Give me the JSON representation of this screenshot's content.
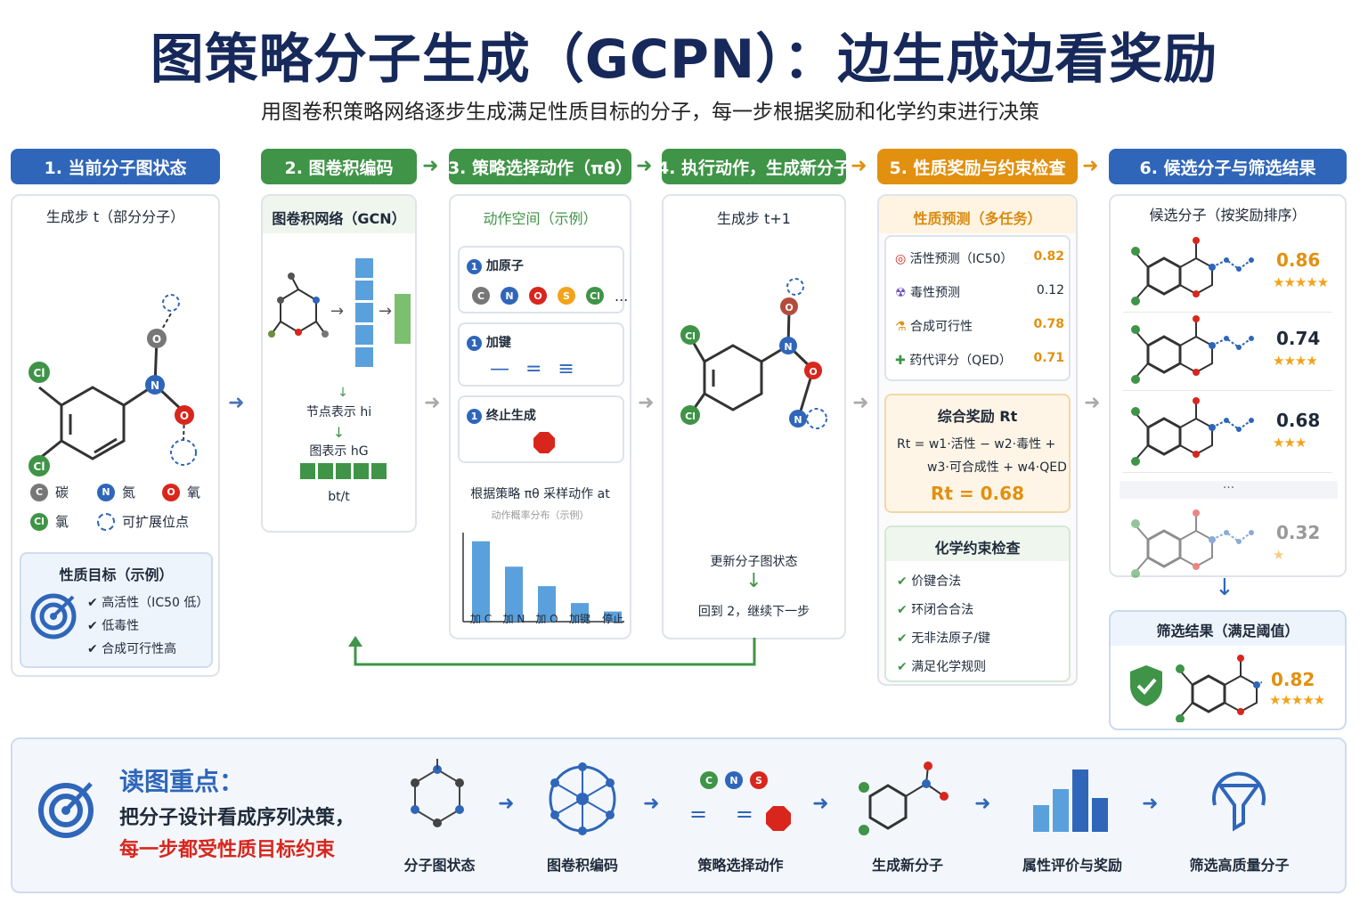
{
  "title": "图策略分子生成（GCPN）：边生成边看奖励",
  "subtitle": "用图卷积策略网络逐步生成满足性质目标的分子，每一步根据奖励和化学约束进行决策",
  "steps": [
    {
      "label": "1. 当前分子图状态"
    },
    {
      "label": "2. 图卷积编码"
    },
    {
      "label": "3. 策略选择动作（πθ）"
    },
    {
      "label": "4. 执行动作，生成新分子"
    },
    {
      "label": "5. 性质奖励与约束检查"
    },
    {
      "label": "6. 候选分子与筛选结果"
    }
  ],
  "p1": {
    "caption": "生成步 t（部分分子）",
    "legend": [
      {
        "sym": "C",
        "name": "碳"
      },
      {
        "sym": "N",
        "name": "氮"
      },
      {
        "sym": "O",
        "name": "氧"
      },
      {
        "sym": "Cl",
        "name": "氯"
      },
      {
        "sym": "",
        "name": "可扩展位点"
      }
    ],
    "goal_title": "性质目标（示例）",
    "goals": [
      "高活性（IC50 低）",
      "低毒性",
      "合成可行性高"
    ]
  },
  "p2": {
    "caption": "图卷积网络（GCN）",
    "node_label": "节点表示 hi",
    "graph_label": "图表示 hG",
    "bottom": "bt/t"
  },
  "p3": {
    "caption": "动作空间（示例）",
    "add_atom": "加原子",
    "atoms": [
      "C",
      "N",
      "O",
      "S",
      "Cl"
    ],
    "ellipsis": "...",
    "add_bond": "加键",
    "stop": "终止生成",
    "sample_label": "根据策略 πθ 采样动作 at",
    "dist_label": "动作概率分布（示例）",
    "bars": [
      {
        "name": "加 C",
        "value": 0.95
      },
      {
        "name": "加 N",
        "value": 0.65
      },
      {
        "name": "加 O",
        "value": 0.42
      },
      {
        "name": "加键",
        "value": 0.22
      },
      {
        "name": "停止",
        "value": 0.12
      }
    ]
  },
  "p4": {
    "caption": "生成步 t+1",
    "update": "更新分子图状态",
    "back": "回到 2，继续下一步"
  },
  "p5": {
    "pred_title": "性质预测（多任务）",
    "preds": [
      {
        "name": "活性预测（IC50）",
        "value": "0.82",
        "color": "#e2900f"
      },
      {
        "name": "毒性预测",
        "value": "0.12",
        "color": "#1f2a3a"
      },
      {
        "name": "合成可行性",
        "value": "0.78",
        "color": "#e2900f"
      },
      {
        "name": "药代评分（QED）",
        "value": "0.71",
        "color": "#e2900f"
      }
    ],
    "reward_title": "综合奖励 Rt",
    "formula1": "Rt = w1·活性 − w2·毒性 +",
    "formula2": "w3·可合成性 + w4·QED",
    "reward_value": "Rt = 0.68",
    "check_title": "化学约束检查",
    "checks": [
      "价键合法",
      "环闭合合法",
      "无非法原子/键",
      "满足化学规则"
    ]
  },
  "p6": {
    "caption": "候选分子（按奖励排序）",
    "candidates": [
      {
        "score": "0.86",
        "stars": "★★★★★"
      },
      {
        "score": "0.74",
        "stars": "★★★★"
      },
      {
        "score": "0.68",
        "stars": "★★★"
      },
      {
        "score": "0.32",
        "stars": "★"
      }
    ],
    "ellipsis": "···",
    "filter_title": "筛选结果（满足阈值）",
    "filter_score": "0.82",
    "filter_stars": "★★★★★"
  },
  "bottom": {
    "heading": "读图重点：",
    "line1": "把分子设计看成序列决策，",
    "line2": "每一步都受性质目标约束",
    "items": [
      "分子图状态",
      "图卷积编码",
      "策略选择动作",
      "生成新分子",
      "属性评价与奖励",
      "筛选高质量分子"
    ],
    "atoms": [
      "C",
      "N",
      "S"
    ]
  },
  "colors": {
    "blue": "#2f66b9",
    "green": "#3f9447",
    "orange": "#e2900f",
    "red": "#d9261c"
  }
}
